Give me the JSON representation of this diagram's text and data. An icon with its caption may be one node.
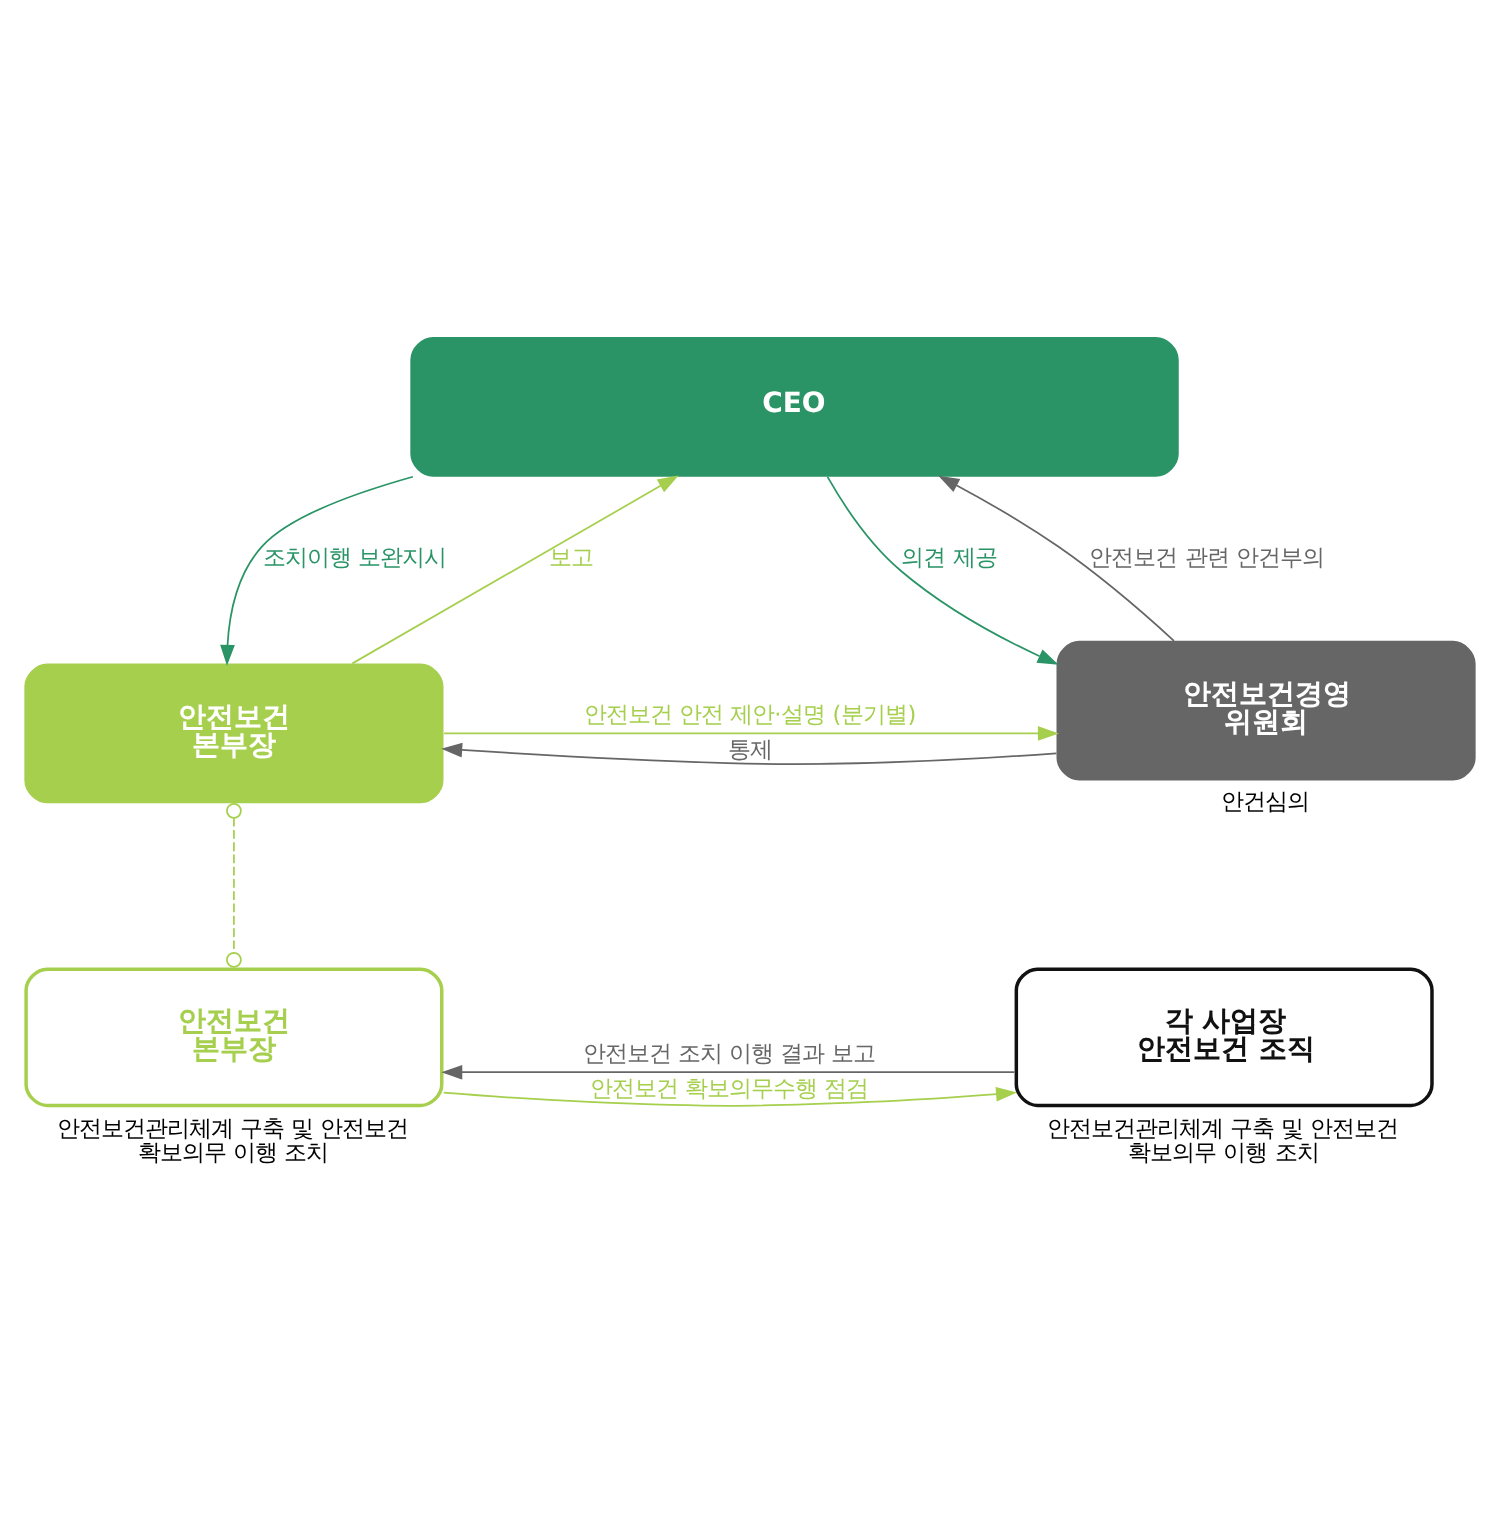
{
  "diagram": {
    "nodes": [
      {
        "text": [
          "CEO"
        ]
      },
      {
        "text": [
          "안전보건 본부장"
        ]
      },
      {
        "text": [
          "안전보건경영 위원회"
        ],
        "beside": [
          "안건심의"
        ]
      },
      {
        "text": [
          "안전보건 본부장"
        ],
        "beside": [
          "안전보건관리체계 구축 및 안전보건 확보의무 이행 조치"
        ]
      },
      {
        "text": [
          "각 사업장 안전보건 조직"
        ],
        "beside": [
          "안전보건관리체계 구축 및 안전보건 확보의무 이행 조치"
        ]
      }
    ],
    "edges": [
      {
        "from": 1,
        "to": 0,
        "arrow": "to",
        "label": "보고",
        "color": "#a5cf4c"
      },
      {
        "from": 0,
        "to": 1,
        "arrow": "to",
        "label": "조치이행 보완지시",
        "color": "#2a9467"
      },
      {
        "from": 0,
        "to": 2,
        "arrow": "to",
        "label": "의견 제공",
        "color": "#2a9467"
      },
      {
        "from": 2,
        "to": 0,
        "arrow": "to",
        "label": "안전보건 관련 안건부의",
        "color": "#666666"
      },
      {
        "from": 1,
        "to": 2,
        "arrow": "to",
        "label": "안전보건 안전 제안·설명 (분기별)",
        "color": "#a5cf4c"
      },
      {
        "from": 2,
        "to": 1,
        "arrow": "to",
        "label": "통제",
        "color": "#666666"
      },
      {
        "from": 1,
        "to": 3,
        "arrow": "other",
        "style": "dashed",
        "color": "#a5cf4c"
      },
      {
        "from": 3,
        "to": 4,
        "arrow": "to",
        "label": "안전보건 확보의무수행 점검",
        "color": "#a5cf4c"
      },
      {
        "from": 4,
        "to": 3,
        "arrow": "to",
        "label": "안전보건 조치 이행 결과 보고",
        "color": "#666666"
      }
    ]
  }
}
